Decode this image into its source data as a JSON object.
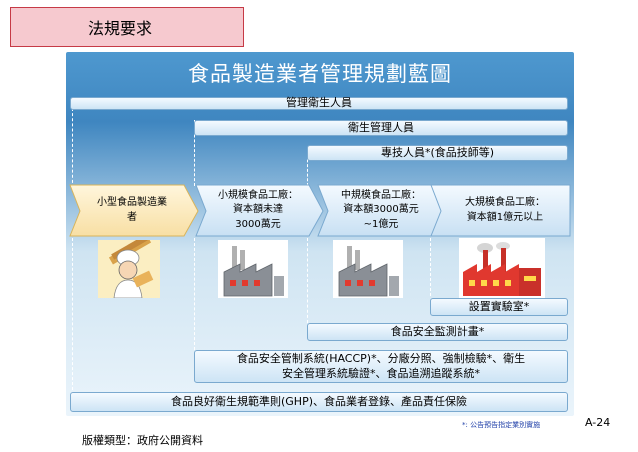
{
  "slide": {
    "tag": "法規要求",
    "title": "食品製造業者管理規劃藍圖",
    "footnote": "*: 公告預告指定業別實施",
    "page_number": "A-24",
    "license": "版權類型：政府公開資料"
  },
  "personnel": {
    "management": "管理衛生人員",
    "hygiene": "衛生管理人員",
    "specialist": "專技人員*(食品技師等)"
  },
  "tiers": [
    {
      "line1": "小型食品製造業",
      "line2": "者",
      "line3": ""
    },
    {
      "line1": "小規模食品工廠：",
      "line2": "資本額未達",
      "line3": "3000萬元"
    },
    {
      "line1": "中規模食品工廠：",
      "line2": "資本額3000萬元",
      "line3": "~1億元"
    },
    {
      "line1": "大規模食品工廠：",
      "line2": "資本額1億元以上",
      "line3": ""
    }
  ],
  "requirements": {
    "lab": "設置實驗室*",
    "monitoring": "食品安全監測計畫*",
    "haccp_line1": "食品安全管制系統(HACCP)*、分廠分照、強制檢驗*、衛生",
    "haccp_line2": "安全管理系統驗證*、食品追溯追蹤系統*",
    "ghp": "食品良好衛生規範準則(GHP)、食品業者登錄、產品責任保險"
  },
  "colors": {
    "tag_fill": "#f6c9cf",
    "tag_border": "#c63a46",
    "panel_blue": "#3f86c0",
    "chevron_small": "#fbe7b8",
    "chevron_other": "#d6e8f6",
    "factory_red": "#e0382f"
  },
  "icons": [
    "chef-illustration",
    "factory-icon",
    "factory-icon",
    "red-factory-icon"
  ]
}
